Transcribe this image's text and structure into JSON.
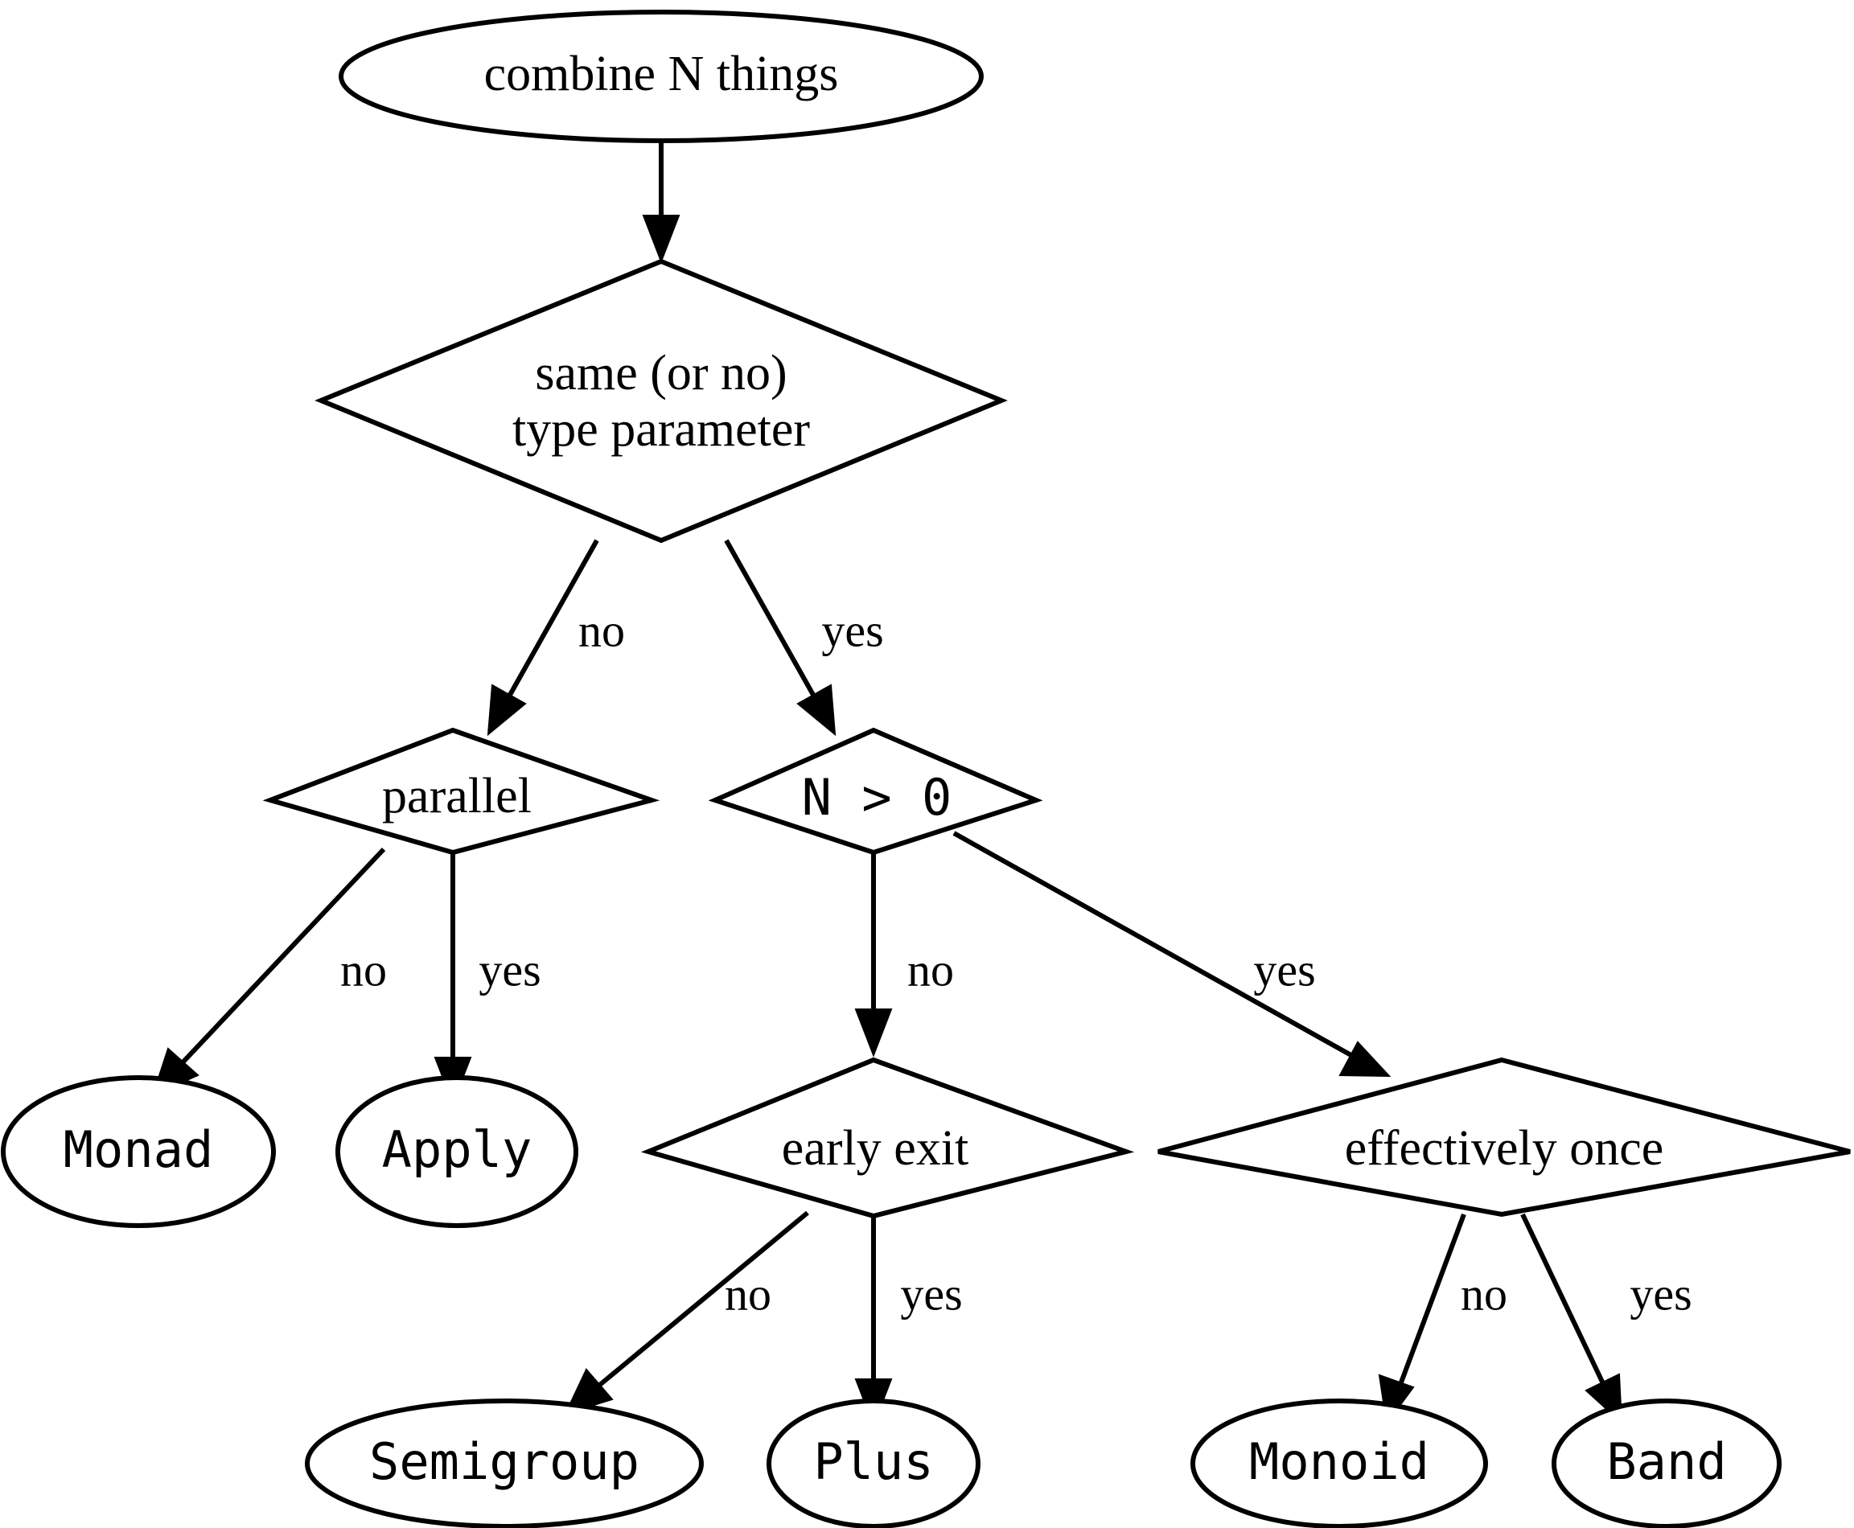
{
  "diagram": {
    "title": "combine N things decision flowchart",
    "background_color": "#ffffff",
    "line_color": "#000000",
    "fill_color": "#ffffff"
  },
  "nodes": {
    "start": {
      "label": "combine N things",
      "shape": "ellipse",
      "font": "serif"
    },
    "same_type": {
      "label_line1": "same (or no)",
      "label_line2": "type parameter",
      "shape": "diamond",
      "font": "serif"
    },
    "parallel": {
      "label": "parallel",
      "shape": "diamond",
      "font": "serif"
    },
    "n_gt_zero": {
      "label": "N > 0",
      "shape": "diamond",
      "font": "mono"
    },
    "monad": {
      "label": "Monad",
      "shape": "ellipse",
      "font": "mono"
    },
    "apply": {
      "label": "Apply",
      "shape": "ellipse",
      "font": "mono"
    },
    "early_exit": {
      "label": "early exit",
      "shape": "diamond",
      "font": "serif"
    },
    "effectively_once": {
      "label": "effectively once",
      "shape": "diamond",
      "font": "serif"
    },
    "semigroup": {
      "label": "Semigroup",
      "shape": "ellipse",
      "font": "mono"
    },
    "plus": {
      "label": "Plus",
      "shape": "ellipse",
      "font": "mono"
    },
    "monoid": {
      "label": "Monoid",
      "shape": "ellipse",
      "font": "mono"
    },
    "band": {
      "label": "Band",
      "shape": "ellipse",
      "font": "mono"
    }
  },
  "edge_labels": {
    "same_type_no": "no",
    "same_type_yes": "yes",
    "parallel_no": "no",
    "parallel_yes": "yes",
    "n_gt_zero_no": "no",
    "n_gt_zero_yes": "yes",
    "early_exit_no": "no",
    "early_exit_yes": "yes",
    "effectively_once_no": "no",
    "effectively_once_yes": "yes"
  },
  "edges": [
    {
      "from": "start",
      "to": "same_type",
      "label": ""
    },
    {
      "from": "same_type",
      "to": "parallel",
      "label": "no"
    },
    {
      "from": "same_type",
      "to": "n_gt_zero",
      "label": "yes"
    },
    {
      "from": "parallel",
      "to": "monad",
      "label": "no"
    },
    {
      "from": "parallel",
      "to": "apply",
      "label": "yes"
    },
    {
      "from": "n_gt_zero",
      "to": "early_exit",
      "label": "no"
    },
    {
      "from": "n_gt_zero",
      "to": "effectively_once",
      "label": "yes"
    },
    {
      "from": "early_exit",
      "to": "semigroup",
      "label": "no"
    },
    {
      "from": "early_exit",
      "to": "plus",
      "label": "yes"
    },
    {
      "from": "effectively_once",
      "to": "monoid",
      "label": "no"
    },
    {
      "from": "effectively_once",
      "to": "band",
      "label": "yes"
    }
  ]
}
